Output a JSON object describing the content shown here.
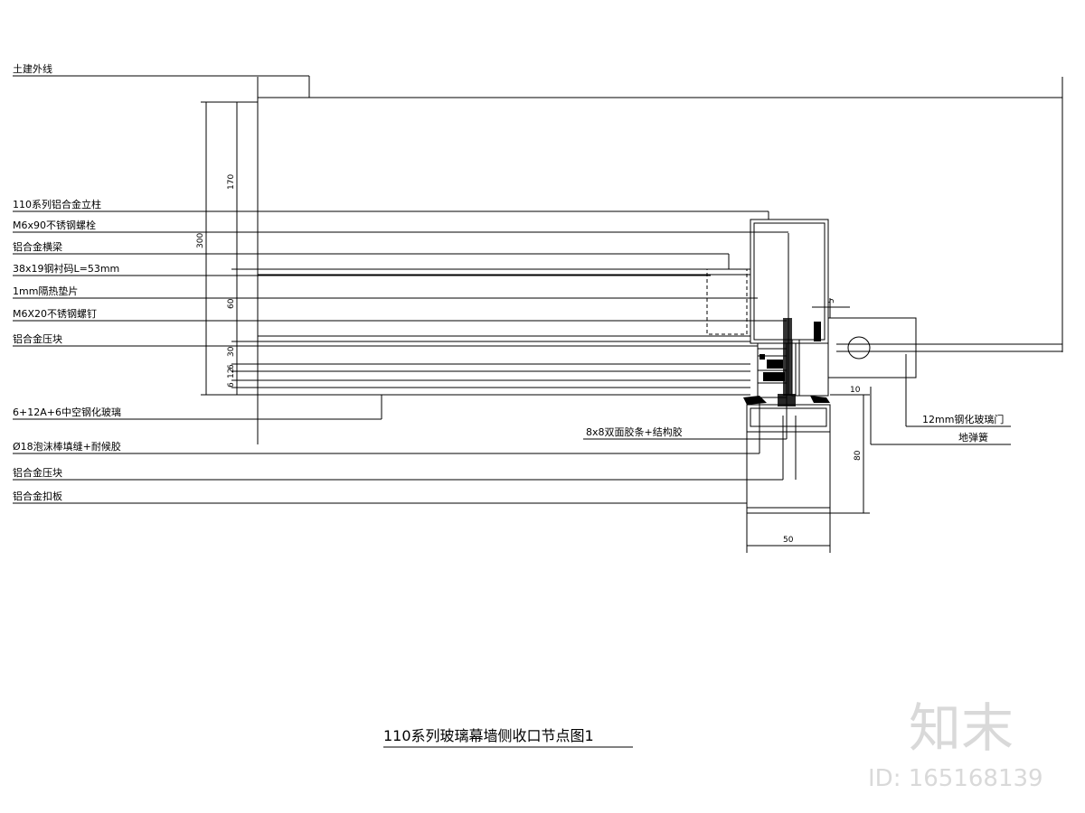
{
  "diagram": {
    "title": "110系列玻璃幕墙侧收口节点图1",
    "labels_left": [
      "土建外线",
      "110系列铝合金立柱",
      "M6x90不锈钢螺栓",
      "铝合金横梁",
      "38x19钢衬码L=53mm",
      "1mm隔热垫片",
      "M6X20不锈钢螺钉",
      "铝合金压块",
      "6+12A+6中空钢化玻璃",
      "Ø18泡沫棒填缝+耐候胶",
      "铝合金压块",
      "铝合金扣板"
    ],
    "labels_right": [
      "8x8双面胶条+结构胶",
      "12mm钢化玻璃门",
      "地弹簧"
    ],
    "dimensions": {
      "total_height": "300",
      "upper_segment": "170",
      "mid_segment": "60",
      "small_a": "30",
      "small_b": "6",
      "small_c": "12",
      "small_d": "6",
      "profile_depth": "80",
      "profile_width": "50",
      "small_right": "5",
      "gap": "10"
    }
  },
  "watermark": {
    "logo_text": "知末",
    "id_text": "ID: 165168139"
  }
}
